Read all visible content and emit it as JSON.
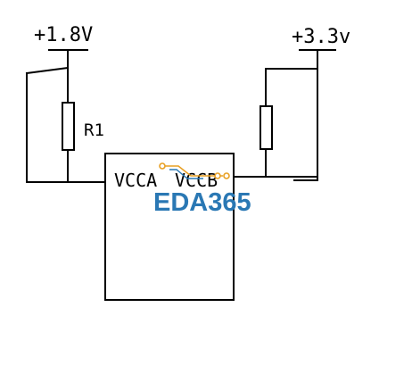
{
  "rails": {
    "left_voltage": "+1.8V",
    "right_voltage": "+3.3v"
  },
  "resistors": {
    "left_label": "R1"
  },
  "chip": {
    "pin_a": "VCCA",
    "pin_b": "VCCB"
  },
  "watermark": {
    "text": "EDA365",
    "color": "#2a78b4",
    "accent_color": "#e8a024"
  },
  "colors": {
    "wire": "#000000",
    "background": "#ffffff"
  }
}
